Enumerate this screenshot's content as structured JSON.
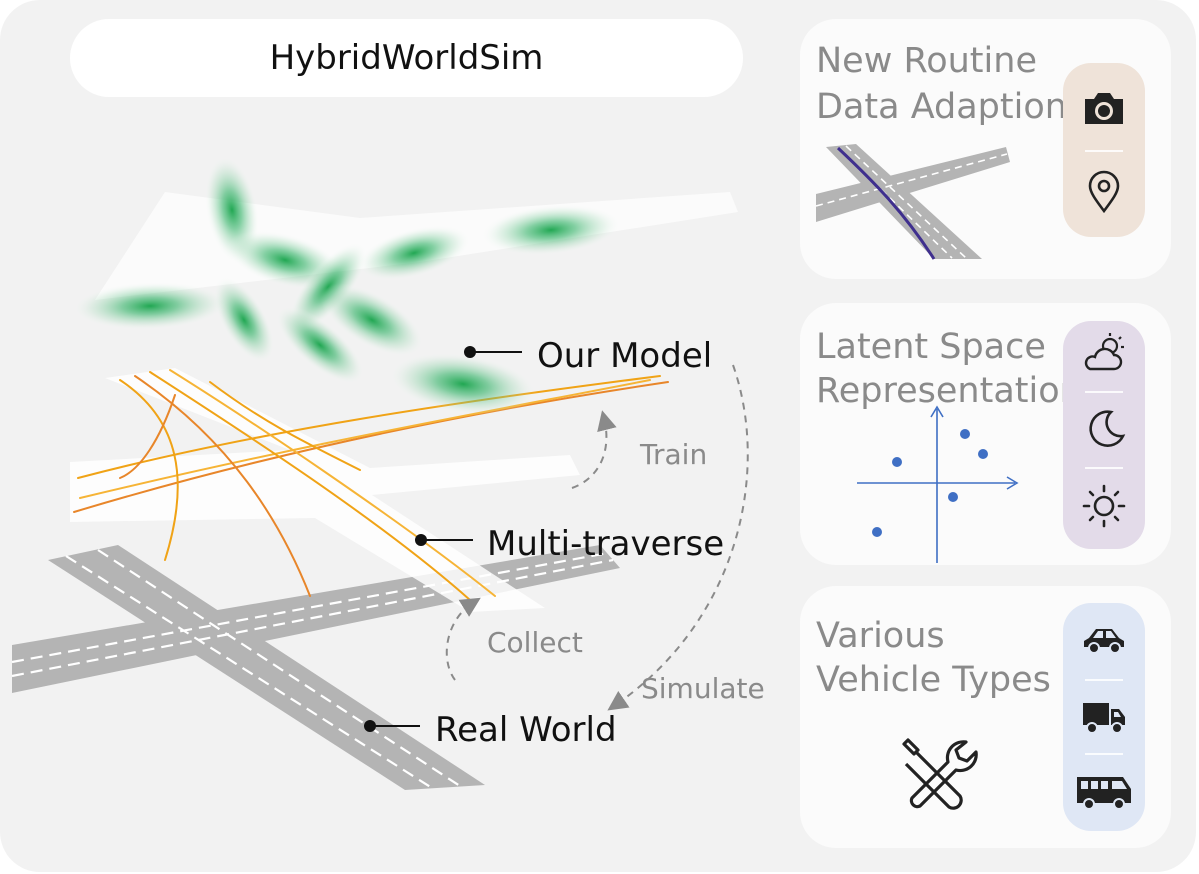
{
  "title": "HybridWorldSim",
  "layers": {
    "model": "Our Model",
    "traverse": "Multi-traverse",
    "real": "Real World"
  },
  "steps": {
    "train": "Train",
    "collect": "Collect",
    "simulate": "Simulate"
  },
  "cards": [
    {
      "title_lines": [
        "New Routine",
        "Data Adaption"
      ],
      "icons": [
        "camera-icon",
        "map-pin-icon"
      ],
      "accent": "#efe3d9"
    },
    {
      "title_lines": [
        "Latent Space",
        "Representation"
      ],
      "icons": [
        "partly-cloudy-icon",
        "moon-icon",
        "sun-icon"
      ],
      "accent": "#e3dbe9"
    },
    {
      "title_lines": [
        "Various",
        "Vehicle Types"
      ],
      "icons": [
        "car-icon",
        "truck-icon",
        "bus-icon"
      ],
      "accent": "#dfe7f5"
    }
  ],
  "colors": {
    "road": "#b4b4b4",
    "gaussian": "#19a64e",
    "trajectory": "#f0a316",
    "point": "#3f6fc4",
    "text_muted": "#8a8a8a"
  }
}
